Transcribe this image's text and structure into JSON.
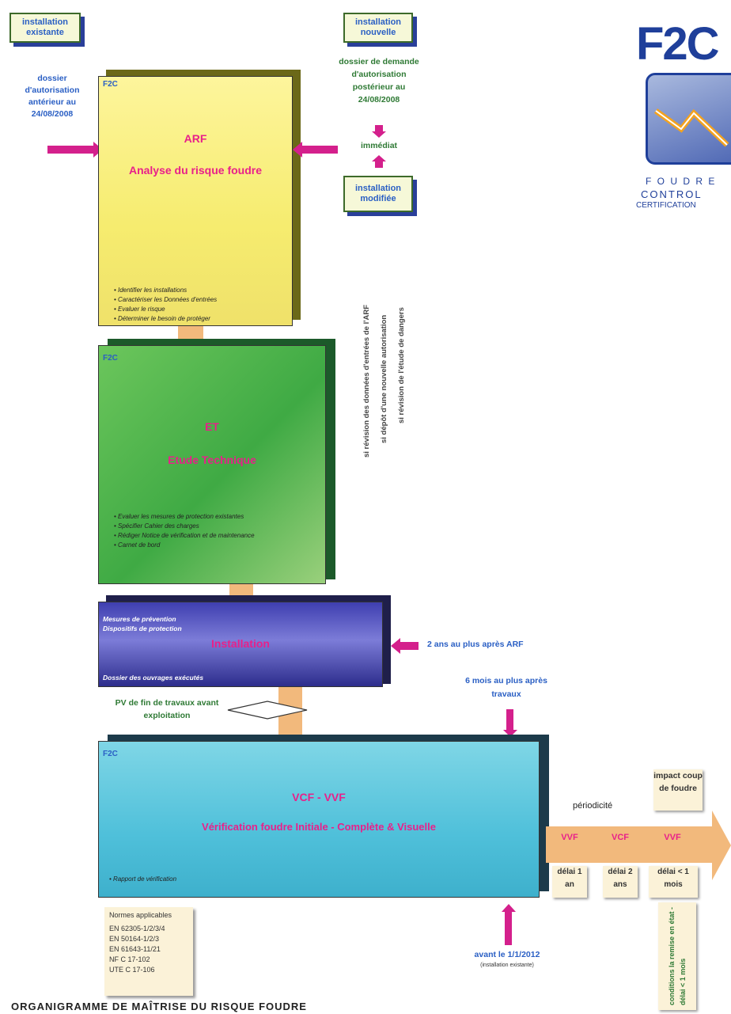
{
  "tags": {
    "existing": "installation existante",
    "new": "installation nouvelle",
    "modified": "installation modifiée"
  },
  "notes": {
    "left_dossier": "dossier d'autorisation antérieur au 24/08/2008",
    "right_dossier": "dossier de demande d'autorisation postérieur au 24/08/2008",
    "immediate": "immédiat",
    "install_delay": "2 ans au plus après ARF",
    "after_works": "6 mois au plus après travaux",
    "before_date": "avant le 1/1/2012",
    "before_date_sub": "(installation existante)",
    "pv": "PV de fin de travaux avant exploitation",
    "periodicity": "périodicité",
    "impact": "impact coup de foudre",
    "conditions": "conditions la remise en état - délai < 1 mois"
  },
  "vertical_notes": [
    "si révision des données d'entrées de l'ARF",
    "si dépôt d'une nouvelle autorisation",
    "si révision de l'étude de dangers"
  ],
  "arf": {
    "brand": "F2C",
    "code": "ARF",
    "title": "Analyse du risque foudre",
    "bullets": [
      "Identifier les installations",
      "Caractériser les Données d'entrées",
      "Evaluer le risque",
      "Déterminer le besoin de protéger"
    ]
  },
  "et": {
    "brand": "F2C",
    "code": "ET",
    "title": "Etude Technique",
    "bullets": [
      "Evaluer les mesures de protection existantes",
      "Spécifier Cahier des charges",
      "Rédiger Notice de vérification et de maintenance",
      "Carnet de bord"
    ]
  },
  "installation": {
    "top_line1": "Mesures de prévention",
    "top_line2": "Dispositifs de protection",
    "title": "Installation",
    "bottom": "Dossier des ouvrages exécutés"
  },
  "vcf": {
    "brand": "F2C",
    "code": "VCF - VVF",
    "title": "Vérification foudre Initiale - Complète & Visuelle",
    "bullet": "Rapport de vérification"
  },
  "norms": {
    "title": "Normes applicables",
    "items": [
      "EN 62305-1/2/3/4",
      "EN 50164-1/2/3",
      "EN 61643-11/21",
      "NF C 17-102",
      "UTE C 17-106"
    ]
  },
  "timeline": [
    {
      "code": "VVF",
      "delay": "délai 1 an"
    },
    {
      "code": "VCF",
      "delay": "délai 2 ans"
    },
    {
      "code": "VVF",
      "delay": "délai < 1 mois"
    }
  ],
  "logo": {
    "letters": "F2C",
    "line1": "F O U D R E",
    "line2": "CONTROL",
    "line3": "CERTIFICATION"
  },
  "footer": "ORGANIGRAMME DE MAÎTRISE DU RISQUE FOUDRE",
  "colors": {
    "magenta": "#e8208a",
    "blue_text": "#2a5fc4",
    "green_text": "#2f7a35",
    "connector": "#f2b97c"
  }
}
